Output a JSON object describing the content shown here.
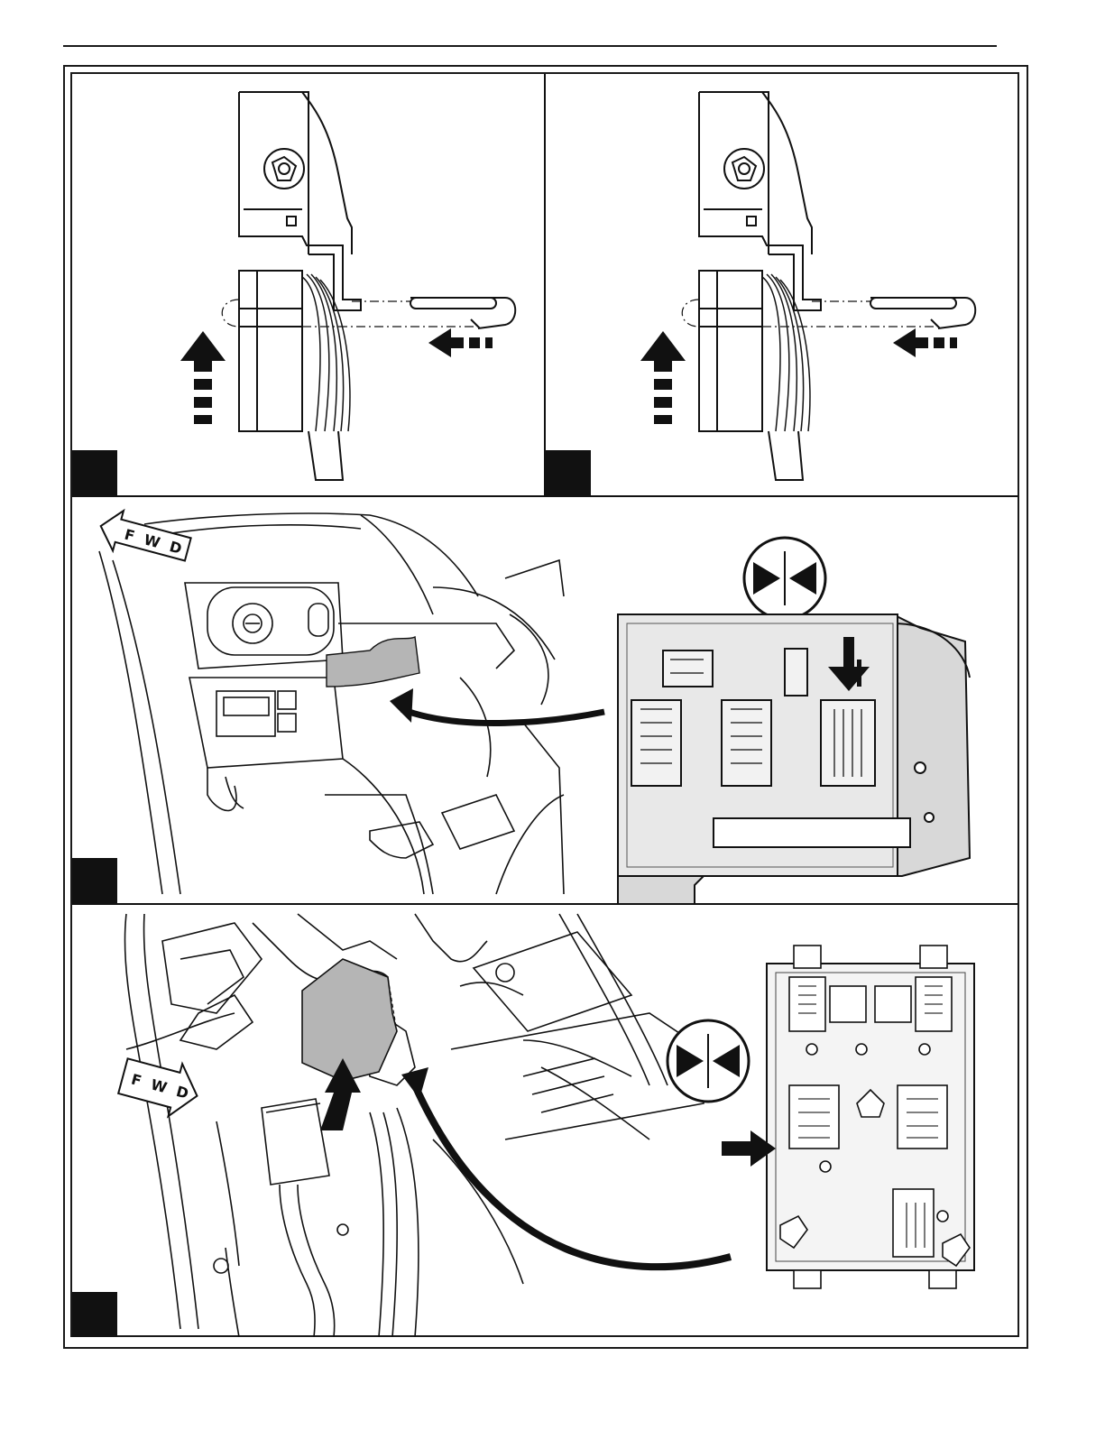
{
  "page": {
    "steps": [
      {
        "id": "step-1",
        "tab_number": ""
      },
      {
        "id": "step-2",
        "tab_number": ""
      },
      {
        "id": "step-3",
        "tab_number": ""
      },
      {
        "id": "step-4",
        "tab_number": ""
      }
    ]
  },
  "labels": {
    "fwd_step3": "F W D",
    "fwd_step4": "F W D",
    "connector_callout_label": ""
  },
  "icons": {
    "step1_arrows": [
      "dashed-arrow-up-icon",
      "dashed-arrow-left-icon"
    ],
    "step2_arrows": [
      "dashed-arrow-up-icon",
      "dashed-arrow-left-icon"
    ],
    "connect_symbol": "connect-symbol-icon",
    "colors": {
      "ink": "#111111",
      "highlight_gray": "#b5b5b5",
      "module_gray": "#d8d8d8"
    }
  }
}
